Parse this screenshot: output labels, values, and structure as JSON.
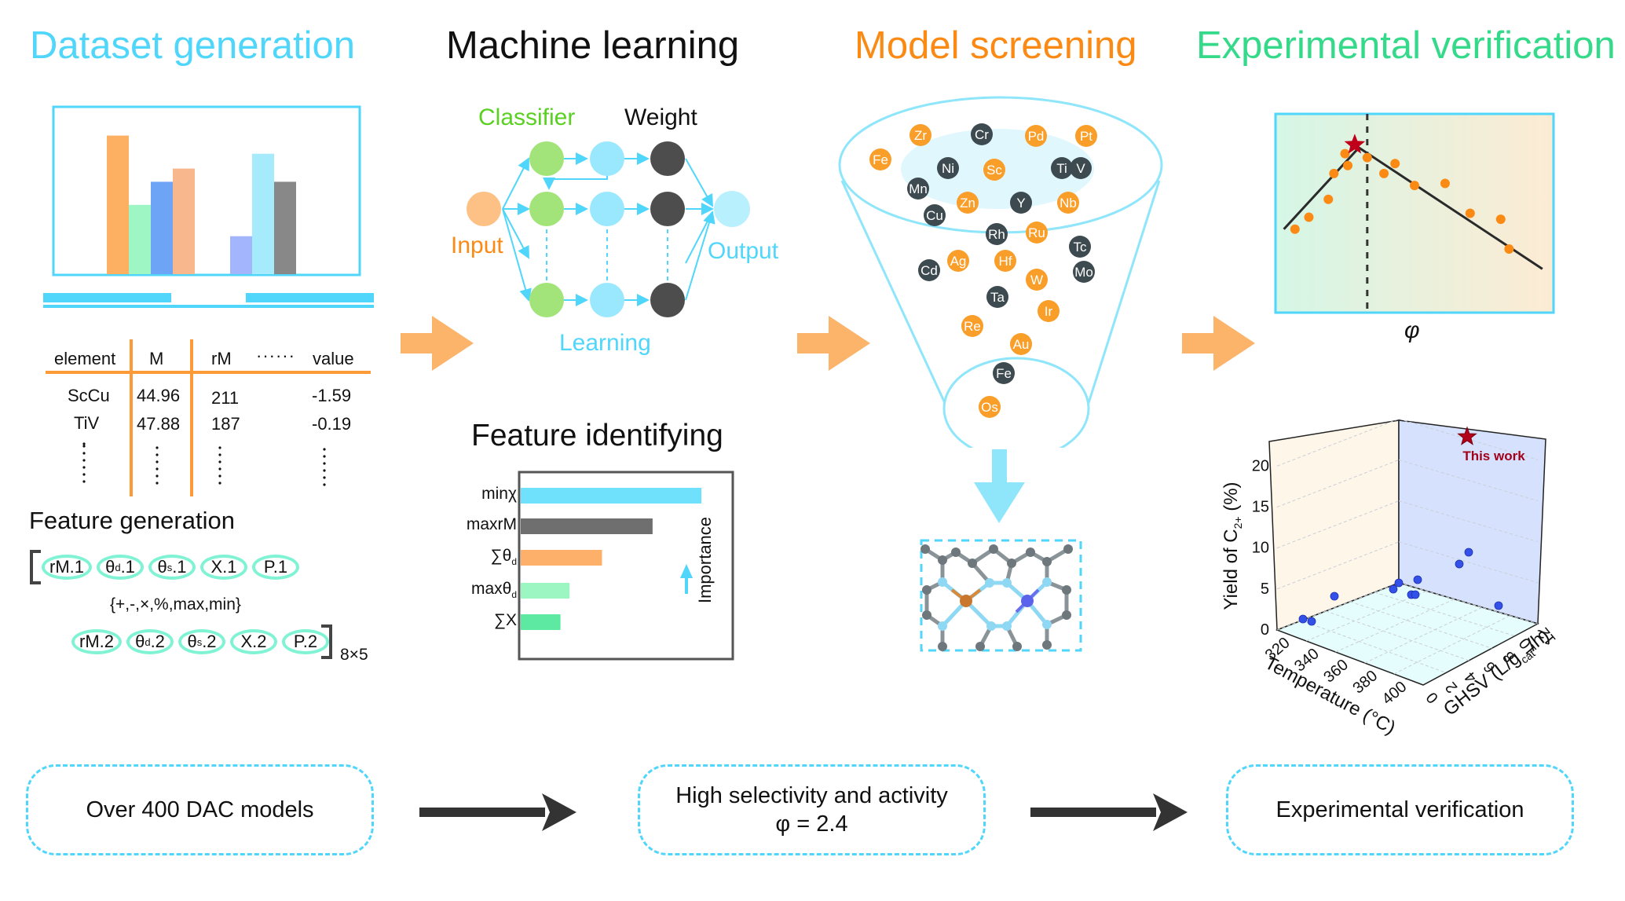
{
  "sections": {
    "dataset": "Dataset generation",
    "ml": "Machine learning",
    "model": "Model screening",
    "experimental": "Experimental verification"
  },
  "colors": {
    "cyan": "#4fd6fa",
    "orange": "#fb8a14",
    "green": "#35d98a",
    "orange_arrow": "#fcb36a",
    "dark": "#3d4a50",
    "element_orange": "#fa9e2a",
    "star_red": "#c0001a"
  },
  "dataset_bars": {
    "group1": [
      {
        "color": "#fdb062",
        "value": 0.84
      },
      {
        "color": "#9df6c4",
        "value": 0.42
      },
      {
        "color": "#6ea4f5",
        "value": 0.56
      },
      {
        "color": "#f9b78e",
        "value": 0.64
      }
    ],
    "group2": [
      {
        "color": "#a3b5fd",
        "value": 0.23
      },
      {
        "color": "#a5ebfc",
        "value": 0.73
      },
      {
        "color": "#888888",
        "value": 0.56
      }
    ]
  },
  "table": {
    "headers": [
      "element",
      "M",
      "rM",
      "······",
      "value"
    ],
    "rows": [
      [
        "ScCu",
        "44.96",
        "211",
        "-1.59"
      ],
      [
        "TiV",
        "47.88",
        "187",
        "-0.19"
      ]
    ]
  },
  "feature_generation": {
    "title": "Feature generation",
    "row1": [
      "rM.1",
      "θd.1",
      "θs.1",
      "X.1",
      "P.1"
    ],
    "row2": [
      "rM.2",
      "θd.2",
      "θs.2",
      "X.2",
      "P.2"
    ],
    "ops": "{+,-,×,%,max,min}",
    "dimension": "8×5"
  },
  "ml_network": {
    "classifier": "Classifier",
    "weight": "Weight",
    "input": "Input",
    "output": "Output",
    "learning": "Learning"
  },
  "feature_identifying": {
    "title": "Feature  identifying",
    "axis_label": "Importance",
    "features": [
      {
        "name": "minχ",
        "importance": 1.0,
        "color": "#6fe1fc"
      },
      {
        "name": "maxrM",
        "importance": 0.73,
        "color": "#6f6f6f"
      },
      {
        "name": "∑θd",
        "importance": 0.45,
        "color": "#fdb06a"
      },
      {
        "name": "maxθd",
        "importance": 0.27,
        "color": "#9cf6c2"
      },
      {
        "name": "∑X",
        "importance": 0.22,
        "color": "#5ee9a2"
      }
    ]
  },
  "funnel_elements": [
    {
      "symbol": "Zr",
      "type": "orange"
    },
    {
      "symbol": "Cr",
      "type": "dark"
    },
    {
      "symbol": "Pd",
      "type": "orange"
    },
    {
      "symbol": "Pt",
      "type": "orange"
    },
    {
      "symbol": "Fe",
      "type": "orange"
    },
    {
      "symbol": "Ni",
      "type": "dark"
    },
    {
      "symbol": "Sc",
      "type": "orange"
    },
    {
      "symbol": "Ti",
      "type": "dark"
    },
    {
      "symbol": "V",
      "type": "dark"
    },
    {
      "symbol": "Mn",
      "type": "dark"
    },
    {
      "symbol": "Zn",
      "type": "orange"
    },
    {
      "symbol": "Y",
      "type": "dark"
    },
    {
      "symbol": "Nb",
      "type": "orange"
    },
    {
      "symbol": "Cu",
      "type": "dark"
    },
    {
      "symbol": "Rh",
      "type": "dark"
    },
    {
      "symbol": "Ru",
      "type": "orange"
    },
    {
      "symbol": "Tc",
      "type": "dark"
    },
    {
      "symbol": "Cd",
      "type": "dark"
    },
    {
      "symbol": "Ag",
      "type": "orange"
    },
    {
      "symbol": "Hf",
      "type": "orange"
    },
    {
      "symbol": "W",
      "type": "orange"
    },
    {
      "symbol": "Mo",
      "type": "dark"
    },
    {
      "symbol": "Ta",
      "type": "dark"
    },
    {
      "symbol": "Ir",
      "type": "orange"
    },
    {
      "symbol": "Re",
      "type": "orange"
    },
    {
      "symbol": "Au",
      "type": "orange"
    },
    {
      "symbol": "Fe",
      "type": "dark"
    },
    {
      "symbol": "Os",
      "type": "orange"
    }
  ],
  "volcano_plot": {
    "xlabel": "φ",
    "peak_x": 0.33,
    "points": [
      [
        0.07,
        0.58
      ],
      [
        0.12,
        0.52
      ],
      [
        0.19,
        0.43
      ],
      [
        0.21,
        0.3
      ],
      [
        0.25,
        0.2
      ],
      [
        0.26,
        0.26
      ],
      [
        0.33,
        0.22
      ],
      [
        0.39,
        0.3
      ],
      [
        0.43,
        0.25
      ],
      [
        0.5,
        0.36
      ],
      [
        0.61,
        0.35
      ],
      [
        0.7,
        0.5
      ],
      [
        0.81,
        0.53
      ],
      [
        0.84,
        0.68
      ]
    ]
  },
  "chart_data": {
    "type": "scatter",
    "title": "",
    "xlabel": "Temperature (°C)",
    "ylabel": "GHSV (L/gcat/h)",
    "zlabel": "Yield of C2+ (%)",
    "x_ticks": [
      "320",
      "340",
      "360",
      "380",
      "400"
    ],
    "y_ticks": [
      "0",
      "2",
      "4",
      "6",
      "8",
      "10",
      "12"
    ],
    "z_ticks": [
      "0",
      "5",
      "10",
      "15",
      "20"
    ],
    "xlim": [
      310,
      410
    ],
    "ylim": [
      0,
      12
    ],
    "zlim": [
      0,
      23
    ],
    "annotation": "This work",
    "highlight": {
      "label": "This work",
      "yield": 22
    },
    "points_yield_estimate": [
      1.4,
      1.1,
      4.2,
      5.1,
      5.7,
      4.5,
      4.4,
      6.2,
      8.3,
      9.5,
      3.1
    ]
  },
  "bottom_flow": {
    "box1": "Over 400 DAC models",
    "box2_line1": "High selectivity and activity",
    "box2_line2": "φ = 2.4",
    "box3": "Experimental verification"
  }
}
